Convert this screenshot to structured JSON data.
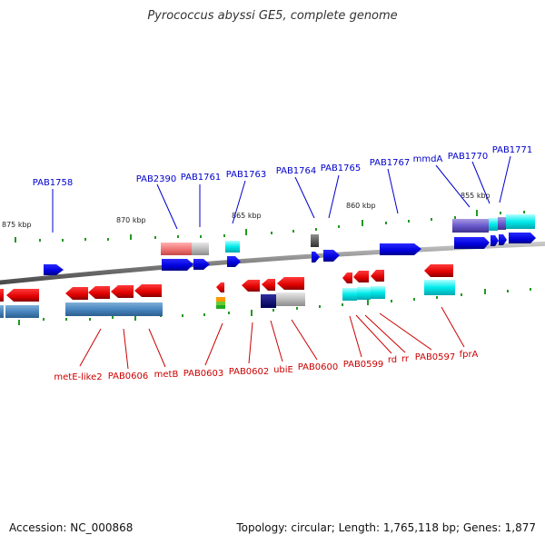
{
  "title": "Pyrococcus abyssi GE5, complete genome",
  "accession": "Accession: NC_000868",
  "genome_info": "Topology: circular; Length: 1,765,118 bp; Genes: 1,877",
  "scale_labels": [
    "875 kbp",
    "870 kbp",
    "865 kbp",
    "860 kbp",
    "855 kbp"
  ],
  "upper_labels": [
    "PAB1758",
    "PAB2390",
    "PAB1761",
    "PAB1763",
    "PAB1764",
    "PAB1765",
    "PAB1767",
    "mmdA",
    "PAB1770",
    "PAB1771"
  ],
  "lower_labels": [
    "metE-like2",
    "PAB0606",
    "metB",
    "PAB0603",
    "PAB0602",
    "ubiE",
    "PAB0600",
    "PAB0599",
    "rd",
    "rr",
    "PAB0597",
    "fprA"
  ],
  "colors": {
    "upper_label": "#0000cc",
    "lower_label": "#cc0000",
    "forward_gene": "#0000ee",
    "reverse_gene": "#ee0000",
    "backbone": "#808080",
    "tick": "#229922"
  }
}
